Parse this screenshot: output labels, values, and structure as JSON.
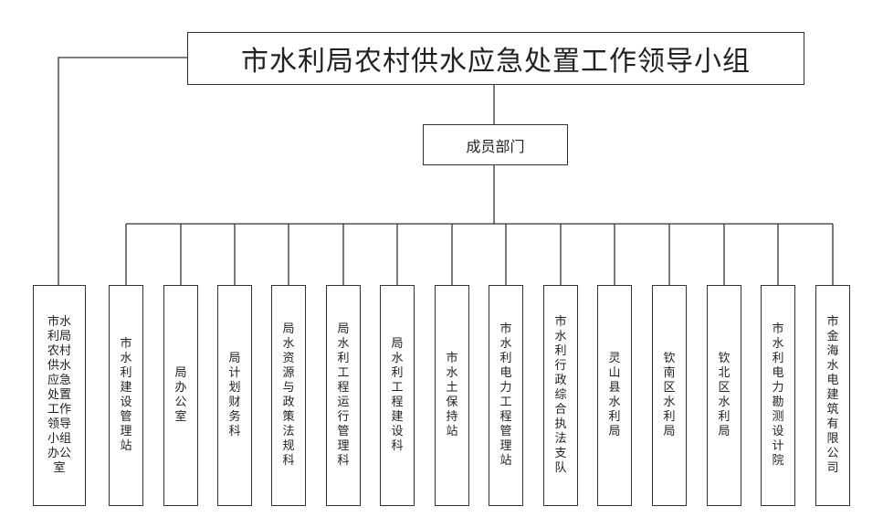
{
  "title": "市水利局农村供水应急处置工作领导小组",
  "member_label": "成员部门",
  "office": "市水利局农村供水应急处置工作领导小组办公室",
  "departments": [
    "市水利建设管理站",
    "局办公室",
    "局计划财务科",
    "局水资源与政策法规科",
    "局水利工程运行管理科",
    "局水利工程建设科",
    "市水土保持站",
    "市水利电力工程管理站",
    "市水利行政综合执法支队",
    "灵山县水利局",
    "钦南区水利局",
    "钦北区水利局",
    "市水利电力勘测设计院",
    "市金海水电建筑有限公司"
  ]
}
